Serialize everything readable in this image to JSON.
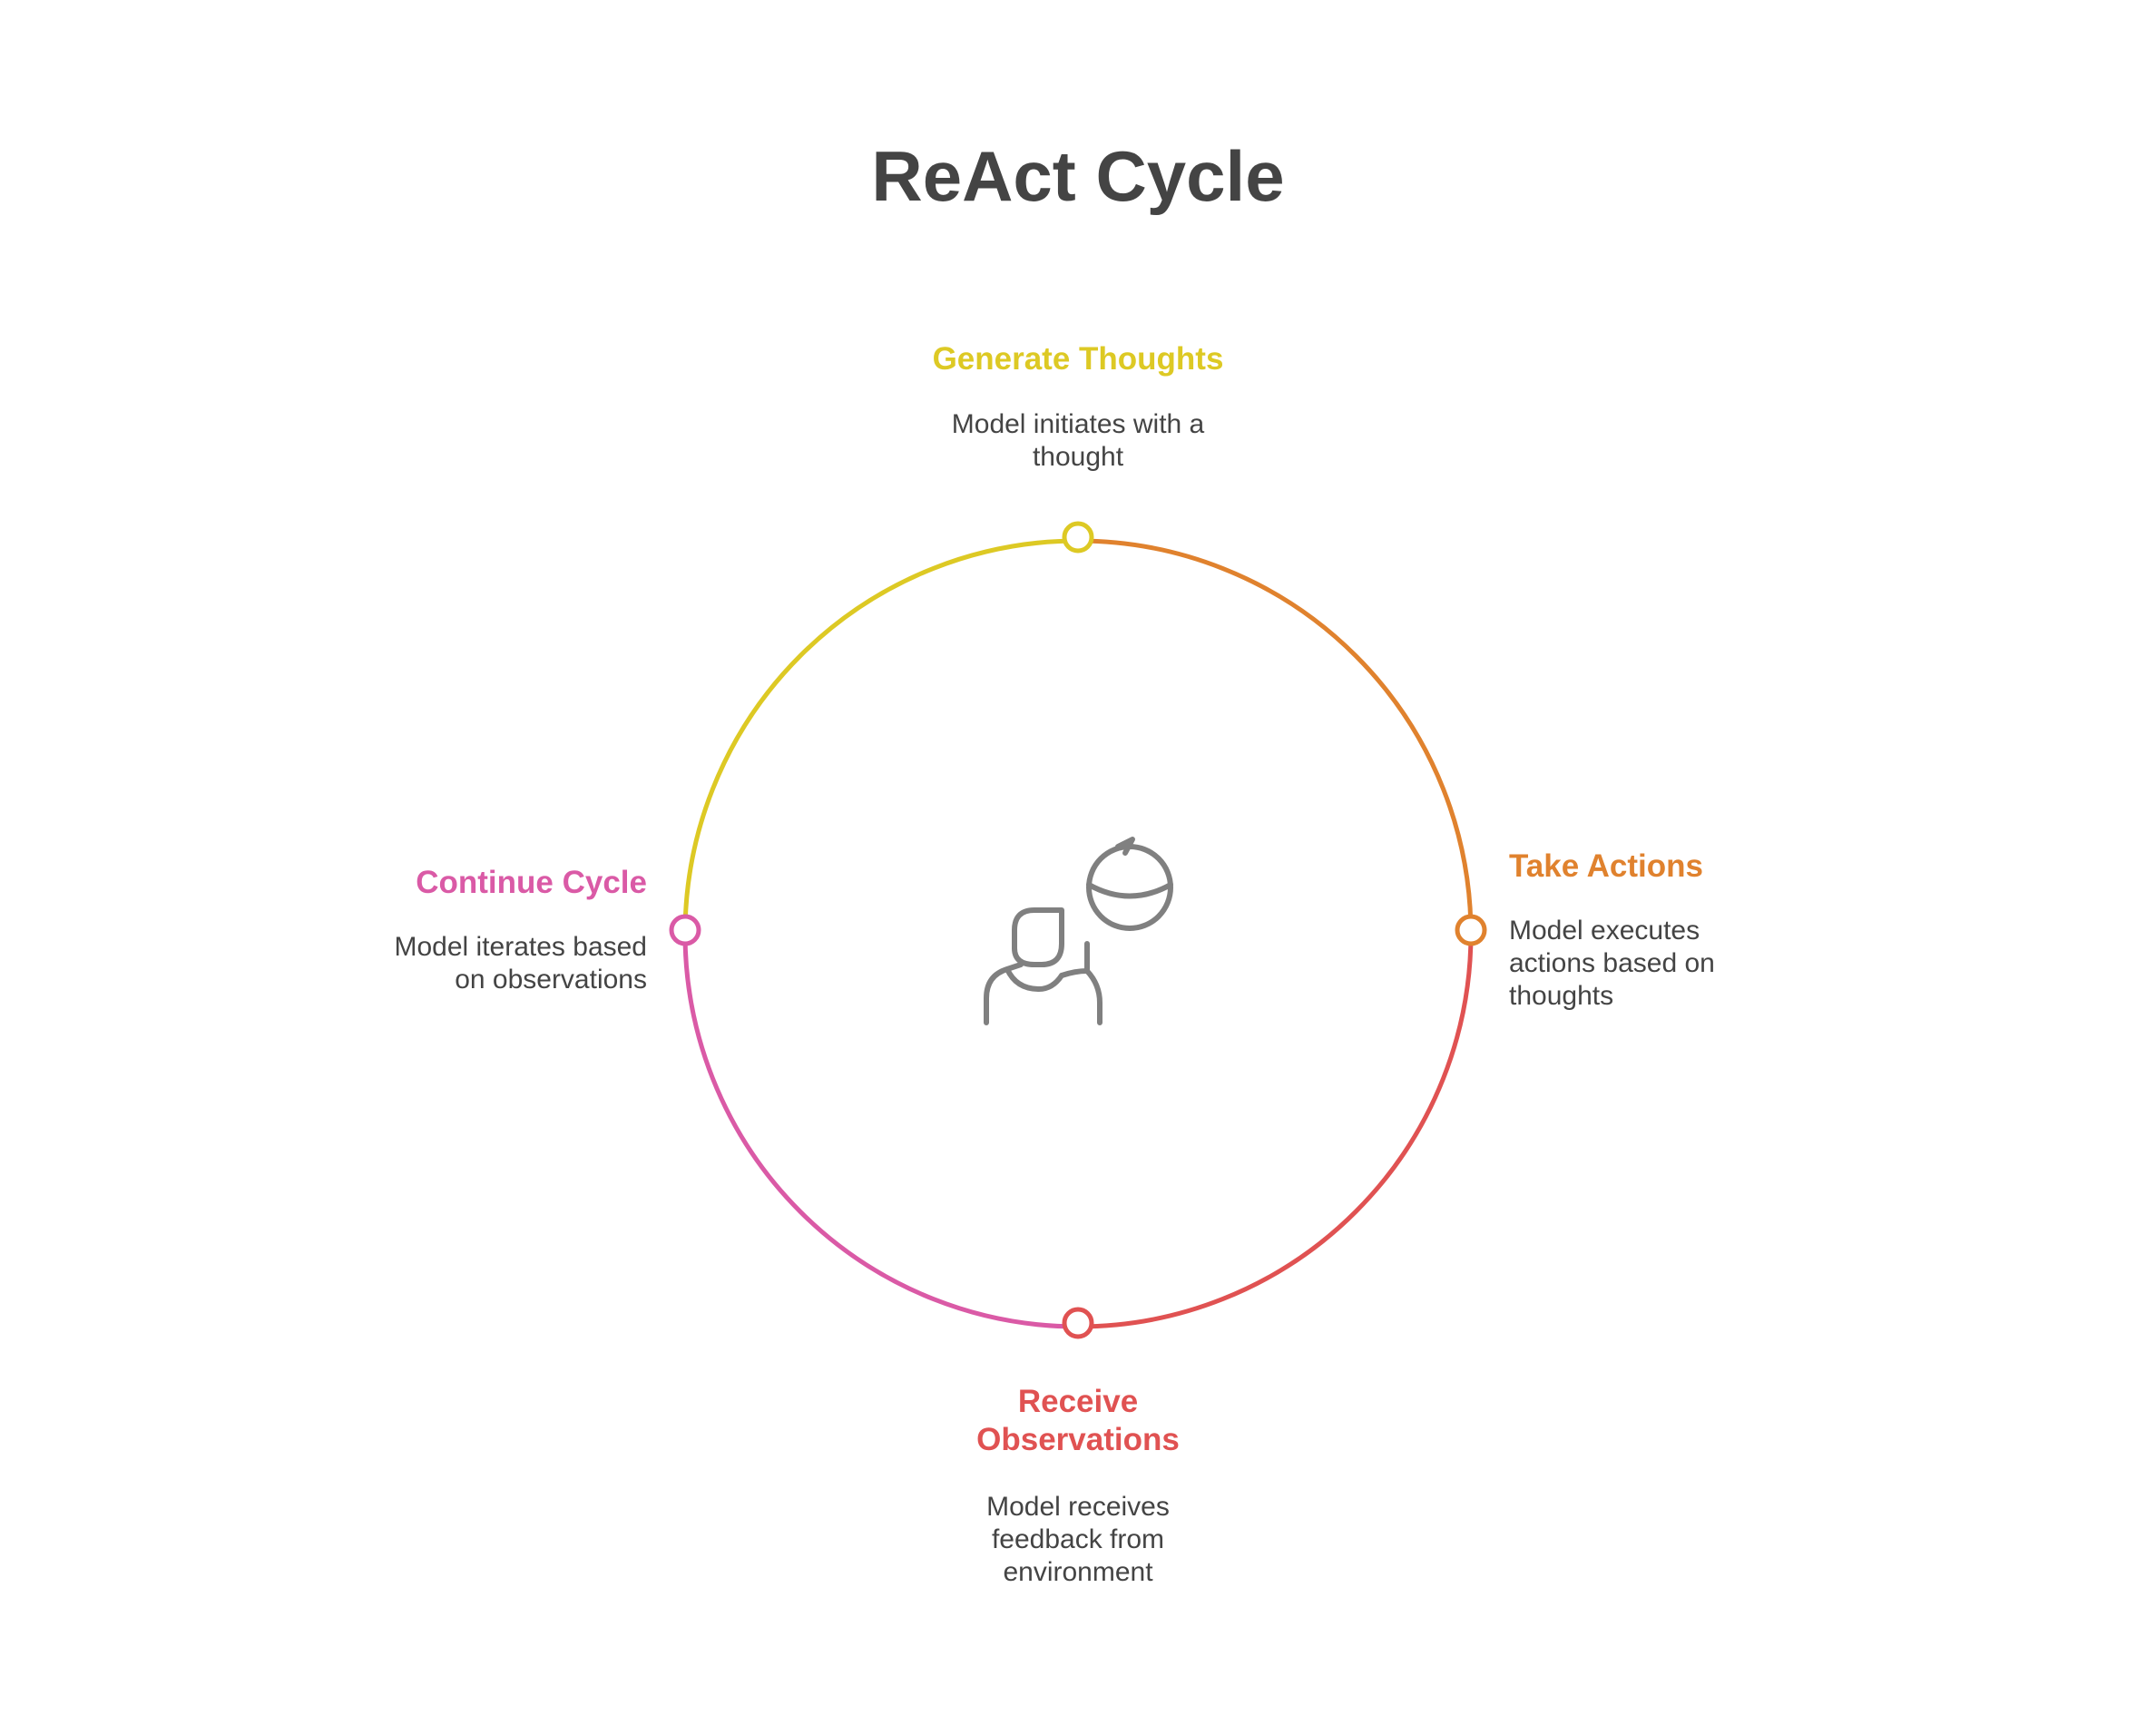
{
  "title": "ReAct Cycle",
  "colors": {
    "generate": "#DDC924",
    "actions": "#E0822E",
    "observations": "#E05252",
    "continue": "#DA5AA6",
    "icon": "#808080",
    "text": "#444444"
  },
  "icon": "person-with-cycle-icon",
  "steps": {
    "generate": {
      "label": "Generate Thoughts",
      "desc_lines": [
        "Model initiates with a",
        "thought"
      ]
    },
    "actions": {
      "label": "Take Actions",
      "desc_lines": [
        "Model executes",
        "actions based on",
        "thoughts"
      ]
    },
    "observations": {
      "label_lines": [
        "Receive",
        "Observations"
      ],
      "desc_lines": [
        "Model receives",
        "feedback from",
        "environment"
      ]
    },
    "continue": {
      "label": "Continue Cycle",
      "desc_lines": [
        "Model iterates based",
        "on observations"
      ]
    }
  }
}
